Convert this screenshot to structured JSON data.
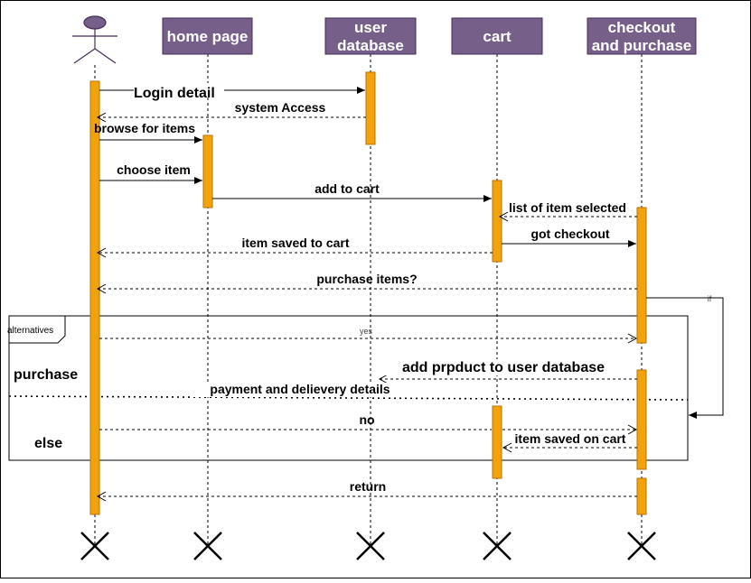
{
  "lifelines": [
    {
      "id": "actor",
      "label": ""
    },
    {
      "id": "home",
      "label": "home page"
    },
    {
      "id": "userdb",
      "label": "user database",
      "line1": "user",
      "line2": "database"
    },
    {
      "id": "cart",
      "label": "cart"
    },
    {
      "id": "checkout",
      "label": "checkout and purchase",
      "line1": "checkout",
      "line2": "and purchase"
    }
  ],
  "messages": {
    "login": "Login detail",
    "system_access": "system Access",
    "browse": "browse for items",
    "choose": "choose item",
    "add_to_cart": "add to cart",
    "list_selected": "list of item selected",
    "got_checkout": "got checkout",
    "item_saved_cart": "item saved to cart",
    "purchase_items": "purchase items?",
    "yes": "yes",
    "add_product": "add prpduct to user database",
    "payment": "payment and delievery details",
    "no": "no",
    "item_saved_on_cart": "item saved on cart",
    "return": "return",
    "if": "if"
  },
  "fragment": {
    "label": "alternatives",
    "purchase": "purchase",
    "else": "else"
  },
  "colors": {
    "header_fill": "#76608a",
    "header_stroke": "#432d57",
    "activation_fill": "#f0a30a",
    "activation_stroke": "#bd7000"
  }
}
